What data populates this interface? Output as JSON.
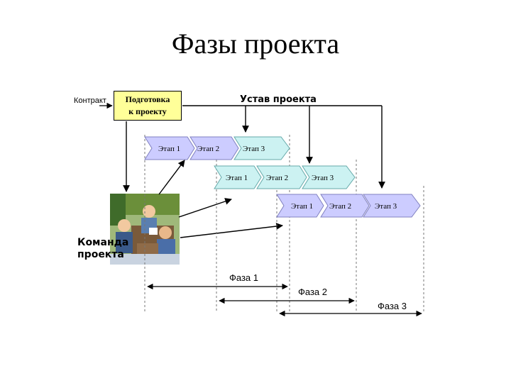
{
  "title": "Фазы проекта",
  "contract_label": "Контракт",
  "preparation": {
    "line1": "Подготовка",
    "line2": "к проекту"
  },
  "charter_label": "Устав проекта",
  "team": {
    "line1": "Команда",
    "line2": "проекта"
  },
  "phases": [
    {
      "label": "Фаза 1",
      "stages": [
        "Этап 1",
        "Этап 2",
        "Этап 3"
      ]
    },
    {
      "label": "Фаза 2",
      "stages": [
        "Этап 1",
        "Этап 2",
        "Этап 3"
      ]
    },
    {
      "label": "Фаза 3",
      "stages": [
        "Этап 1",
        "Этап 2",
        "Этап 3"
      ]
    }
  ],
  "colors": {
    "row1": "#ccccff",
    "row2": "#ccf2f2",
    "row3": "#ccccff",
    "preparation_box": "#ffff99"
  }
}
